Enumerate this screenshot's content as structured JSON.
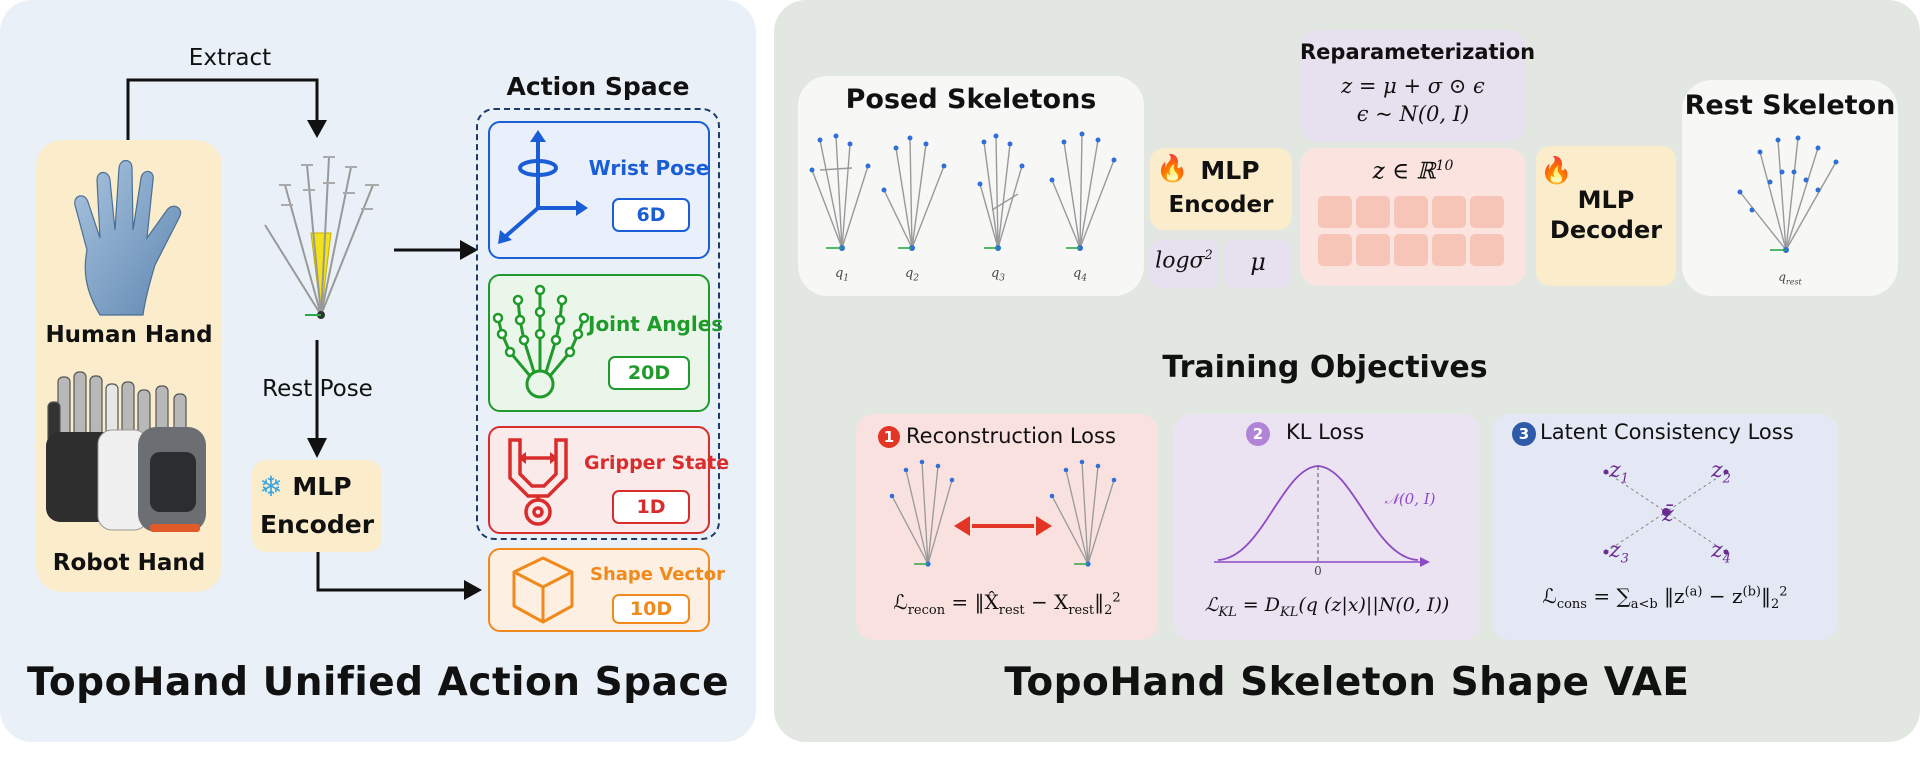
{
  "colors": {
    "left_panel": "#e9f0f7",
    "right_panel": "#e2e8e1",
    "hand_box": "#fbeccb",
    "wrist": "#1a5ed6",
    "joint": "#1f9a2b",
    "gripper": "#d92c2c",
    "shape": "#f08a1c",
    "kl_purple": "#8c4bc4"
  },
  "left": {
    "title": "TopoHand Unified Action Space",
    "extract_label": "Extract",
    "rest_pose_label": "Rest Pose",
    "human_hand": "Human Hand",
    "robot_hand": "Robot Hand",
    "mlp_encoder_line1": "MLP",
    "mlp_encoder_line2": "Encoder",
    "mlp_icon": "snowflake-icon",
    "action_space": {
      "title": "Action Space",
      "wrist": {
        "label": "Wrist Pose",
        "dim": "6D",
        "icon": "rotation-axes-icon"
      },
      "joint": {
        "label": "Joint Angles",
        "dim": "20D",
        "icon": "hand-skeleton-icon"
      },
      "gripper": {
        "label": "Gripper State",
        "dim": "1D",
        "icon": "gripper-icon"
      },
      "shape": {
        "label": "Shape Vector",
        "dim": "10D",
        "icon": "cube-icon"
      }
    }
  },
  "right": {
    "title": "TopoHand Skeleton Shape VAE",
    "posed_title": "Posed Skeletons",
    "q_labels": [
      "q",
      "q",
      "q",
      "q"
    ],
    "q_subs": [
      "1",
      "2",
      "3",
      "4"
    ],
    "encoder_line1": "MLP",
    "encoder_line2": "Encoder",
    "encoder_icon": "fire-icon",
    "log_sigma": "logσ",
    "log_sigma_sup": "2",
    "mu": "μ",
    "reparam_title": "Reparameterization",
    "reparam_eq1": "z = μ + σ ⊙ ϵ",
    "reparam_eq2": "ϵ ~ N(0, I)",
    "latent_label": "z ∈ ℝ",
    "latent_sup": "10",
    "decoder_line1": "MLP",
    "decoder_line2": "Decoder",
    "decoder_icon": "fire-icon",
    "rest_title": "Rest Skeleton",
    "q_rest": "q",
    "q_rest_sub": "rest",
    "objectives_title": "Training Objectives",
    "losses": {
      "recon": {
        "num": "1",
        "title": "Reconstruction Loss",
        "formula": "ℒ<sub>recon</sub> = ‖X̂<sub>rest</sub> − X<sub>rest</sub>‖<sub>2</sub><sup>2</sup>"
      },
      "kl": {
        "num": "2",
        "title": "KL Loss",
        "dist": "𝒩(0, I)",
        "zero": "0",
        "formula": "ℒ<sub>KL</sub> = D<sub>KL</sub>(q (z|x)||N(0, I))"
      },
      "cons": {
        "num": "3",
        "title": "Latent Consistency Loss",
        "z1": "z",
        "z1s": "1",
        "z2": "z",
        "z2s": "2",
        "z3": "z",
        "z3s": "3",
        "z4": "z",
        "z4s": "4",
        "zc": "z̄",
        "formula": "ℒ<sub>cons</sub> = ∑<sub>a&lt;b</sub> ‖z<sup>(a)</sup> − z<sup>(b)</sup>‖<sub>2</sub><sup>2</sup>"
      }
    }
  }
}
